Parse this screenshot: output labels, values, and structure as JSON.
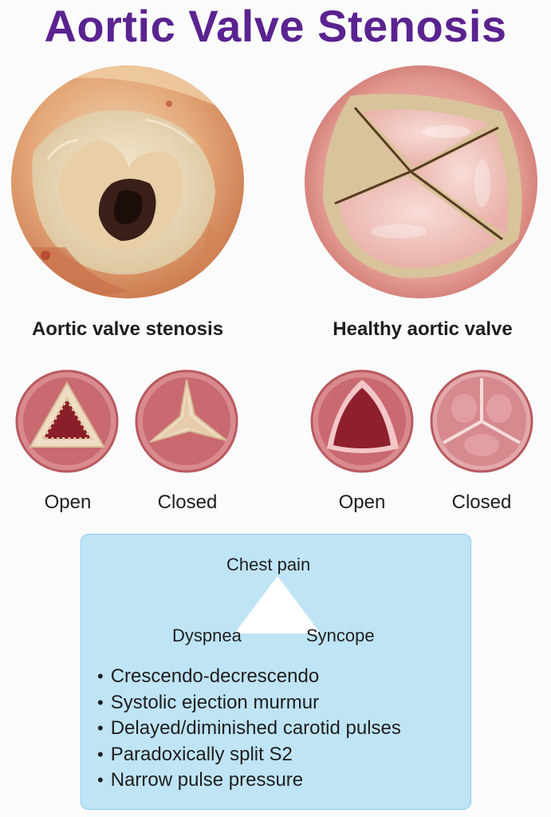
{
  "title": "Aortic Valve Stenosis",
  "stenosis": {
    "heading": "Aortic valve stenosis",
    "open_label": "Open",
    "closed_label": "Closed"
  },
  "healthy": {
    "heading": "Healthy aortic valve",
    "open_label": "Open",
    "closed_label": "Closed"
  },
  "triad": {
    "top": "Chest pain",
    "left": "Dyspnea",
    "right": "Syncope"
  },
  "symptoms": [
    "Crescendo-decrescendo",
    "Systolic ejection murmur",
    "Delayed/diminished carotid pulses",
    "Paradoxically split S2",
    "Narrow pulse pressure"
  ],
  "colors": {
    "title": "#5a2390",
    "panel": "#bfe4f6",
    "valve_tissue": "#c8686c",
    "calcification": "#efdcc4"
  }
}
